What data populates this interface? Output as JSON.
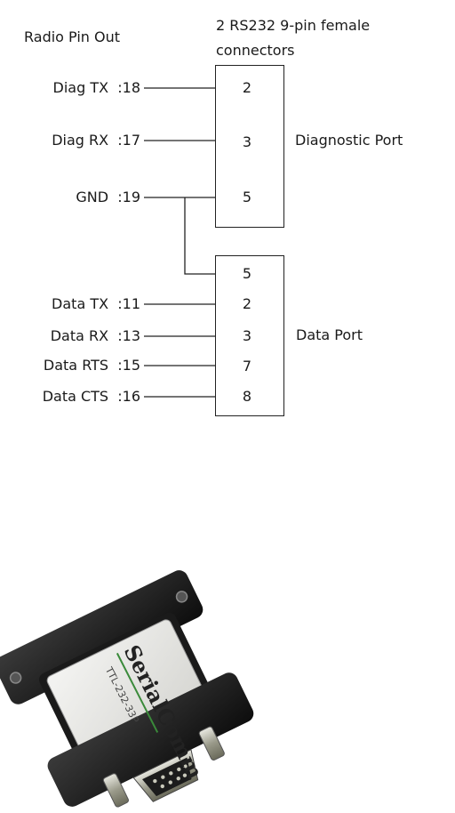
{
  "header": {
    "left_title": "Radio Pin Out",
    "right_title_line1": "2 RS232 9-pin female",
    "right_title_line2": "connectors"
  },
  "radio_pins": [
    {
      "label": "Diag TX",
      "pin": ":18"
    },
    {
      "label": "Diag RX",
      "pin": ":17"
    },
    {
      "label": "GND",
      "pin": ":19"
    },
    {
      "label": "Data TX",
      "pin": ":11"
    },
    {
      "label": "Data RX",
      "pin": ":13"
    },
    {
      "label": "Data RTS",
      "pin": ":15"
    },
    {
      "label": "Data CTS",
      "pin": ":16"
    }
  ],
  "diagnostic_port": {
    "name": "Diagnostic Port",
    "pins": [
      "2",
      "3",
      "5"
    ]
  },
  "data_port": {
    "name": "Data Port",
    "pins": [
      "5",
      "2",
      "3",
      "7",
      "8"
    ]
  },
  "product_photo": {
    "brand_part1": "Serial",
    "brand_part2": "Comm",
    "model": "TTL-232-33P"
  }
}
